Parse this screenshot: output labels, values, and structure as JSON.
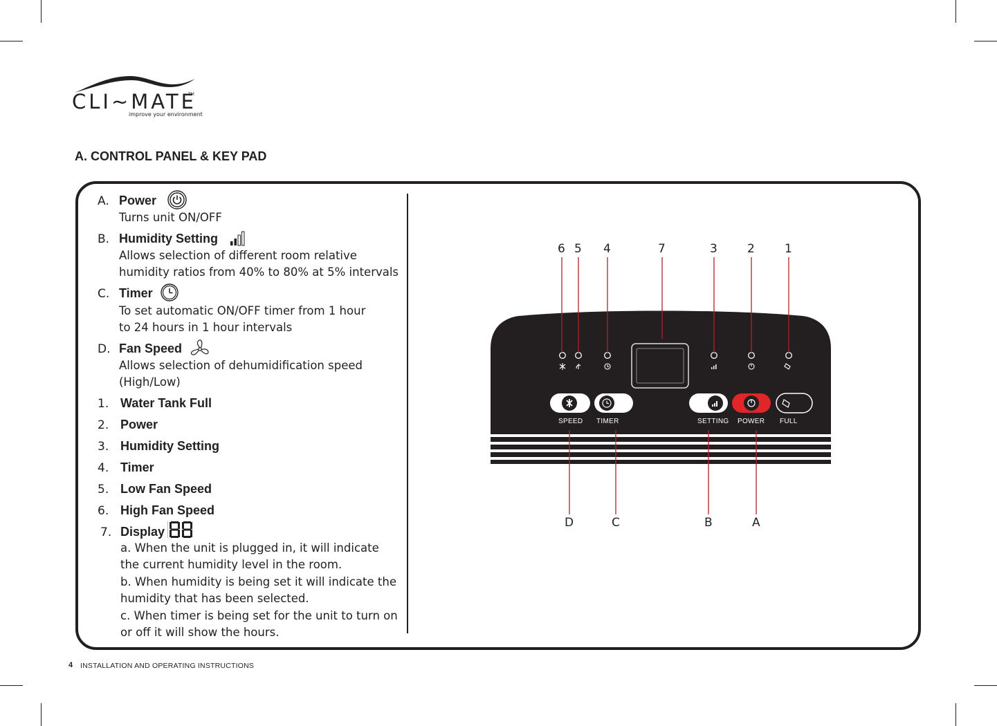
{
  "logo": {
    "wordmark": "CLI~MATE",
    "tm": "TM",
    "tagline": "improve your environment"
  },
  "section_title": "A. CONTROL PANEL & KEY PAD",
  "keys": [
    {
      "marker": "A.",
      "title": "Power",
      "icon": "power-icon",
      "lines": [
        "Turns unit ON/OFF"
      ]
    },
    {
      "marker": "B.",
      "title": "Humidity Setting",
      "icon": "signal-bars-icon",
      "lines": [
        "Allows selection of different room relative",
        "humidity ratios from 40% to 80% at 5% intervals"
      ]
    },
    {
      "marker": "C.",
      "title": "Timer",
      "icon": "clock-icon",
      "lines": [
        "To set automatic ON/OFF timer from 1 hour",
        "to 24 hours  in 1 hour intervals"
      ]
    },
    {
      "marker": "D.",
      "title": "Fan Speed",
      "icon": "fan-icon",
      "lines": [
        "Allows selection of dehumidification speed",
        "(High/Low)"
      ]
    }
  ],
  "indicators": [
    {
      "marker": "1.",
      "title": "Water Tank Full"
    },
    {
      "marker": "2.",
      "title": "Power"
    },
    {
      "marker": "3.",
      "title": "Humidity Setting"
    },
    {
      "marker": "4.",
      "title": "Timer"
    },
    {
      "marker": "5.",
      "title": "Low Fan Speed"
    },
    {
      "marker": "6.",
      "title": "High Fan Speed"
    }
  ],
  "display_item": {
    "marker": "7.",
    "title": "Display",
    "icon": "seven-segment-88-icon",
    "lines": [
      "a. When the unit is plugged in, it will indicate",
      "the current humidity level in the room.",
      "b. When humidity is being set it will indicate the",
      "humidity that has been selected.",
      "c. When timer is being set for the unit to turn on",
      "or off it will show the hours."
    ]
  },
  "diagram": {
    "top_labels": [
      "6",
      "5",
      "4",
      "7",
      "3",
      "2",
      "1"
    ],
    "bottom_labels": [
      "D",
      "C",
      "B",
      "A"
    ],
    "key_labels": [
      "SPEED",
      "TIMER",
      "SETTING",
      "POWER",
      "FULL"
    ],
    "accent_color": "#e0262a",
    "leader_color": "#b0222a",
    "panel_color": "#231f20"
  },
  "footer": {
    "page": "4",
    "text": "INSTALLATION AND OPERATING INSTRUCTIONS"
  }
}
